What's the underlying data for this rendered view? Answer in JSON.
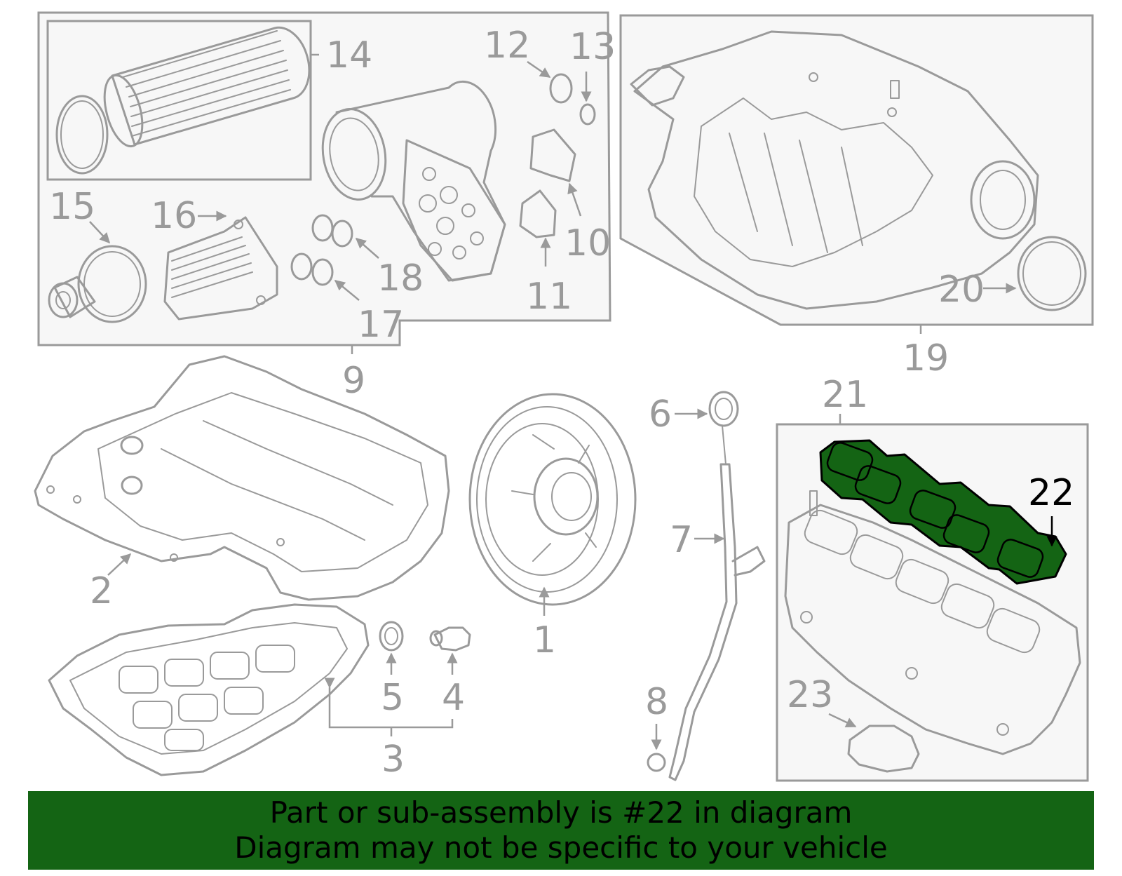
{
  "colors": {
    "line": "#9a9a9a",
    "highlight": "#146414",
    "banner_bg": "#146414",
    "banner_text": "#000000"
  },
  "labels": {
    "p1": "1",
    "p2": "2",
    "p3": "3",
    "p4": "4",
    "p5": "5",
    "p6": "6",
    "p7": "7",
    "p8": "8",
    "p9": "9",
    "p10": "10",
    "p11": "11",
    "p12": "12",
    "p13": "13",
    "p14": "14",
    "p15": "15",
    "p16": "16",
    "p17": "17",
    "p18": "18",
    "p19": "19",
    "p20": "20",
    "p21": "21",
    "p22": "22",
    "p23": "23"
  },
  "highlighted_part": "22",
  "banner": {
    "line1": "Part or sub-assembly is #22 in diagram",
    "line2": "Diagram may not be specific to your vehicle"
  }
}
